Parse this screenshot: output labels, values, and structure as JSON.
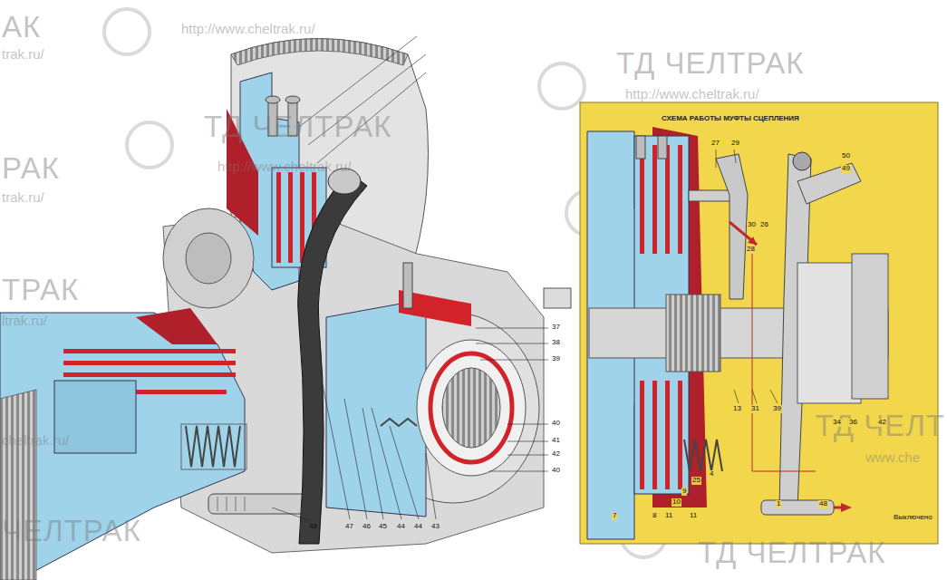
{
  "diagram": {
    "title": "СХЕМА РАБОТЫ МУФТЫ СЦЕПЛЕНИЯ",
    "labels": [
      "АК",
      "trak.ru/",
      "http://www.cheltrak.ru/",
      "ТД ЧЕЛТРАК",
      "http://www.cheltrak.ru/",
      "ТД ЧЕЛТРАК",
      "http://www.cheltrak.ru/",
      "РАК",
      "trak.ru/",
      "ТРАК",
      "ltrak.ru/",
      "cheltrak.ru/",
      "ТД ЧЕЛТ",
      "www.che",
      "ЧЕЛТРАК",
      "ТД ЧЕЛТРАК",
      "37",
      "38",
      "39",
      "40",
      "41",
      "42",
      "40",
      "48",
      "47",
      "46",
      "45",
      "44",
      "44",
      "43",
      "27",
      "29",
      "50",
      "49",
      "30",
      "26",
      "28",
      "13",
      "31",
      "39",
      "34",
      "36",
      "42",
      "25",
      "4",
      "9",
      "10",
      "11",
      "11",
      "8",
      "7",
      "1",
      "48",
      "Выключено"
    ]
  }
}
